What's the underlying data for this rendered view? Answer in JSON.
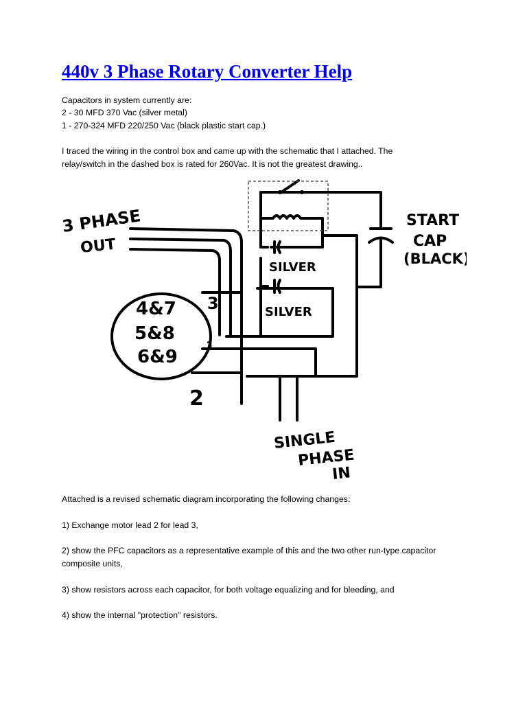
{
  "header": {
    "title": "440v 3 Phase Rotary Converter Help",
    "link_color": "#0000ee"
  },
  "intro": {
    "caps_heading": "Capacitors in system currently are:",
    "cap_line_1": "2 - 30 MFD 370 Vac (silver metal)",
    "cap_line_2": "1 - 270-324 MFD 220/250 Vac (black plastic start cap.)",
    "traced_line_1": "I traced the wiring in the control box and came up with the schematic that I attached. The",
    "traced_line_2": "relay/switch in the dashed box is rated for 260Vac. It is not the greatest drawing.."
  },
  "schematic": {
    "phase_out_1": "3 PHASE",
    "phase_out_2": "OUT",
    "motor_leads_1": "4&7",
    "motor_leads_2": "5&8",
    "motor_leads_3": "6&9",
    "lead_3": "3",
    "lead_1": "1",
    "lead_2": "2",
    "silver_cap_1": "SILVER",
    "silver_cap_2": "SILVER",
    "start_cap_1": "START",
    "start_cap_2": "CAP",
    "start_cap_3": "(BLACK)",
    "single_phase_1": "SINGLE",
    "single_phase_2": "PHASE",
    "single_phase_3": "IN"
  },
  "changes": {
    "intro": "Attached is a revised schematic diagram incorporating the following changes:",
    "item_1": "1) Exchange motor lead 2 for lead 3,",
    "item_2_line_1": "2) show the PFC capacitors as a representative example of this and the two other run-type capacitor",
    "item_2_line_2": "composite units,",
    "item_3": "3) show resistors across each capacitor, for both voltage equalizing and for bleeding, and",
    "item_4": "4) show the internal \"protection\" resistors."
  }
}
